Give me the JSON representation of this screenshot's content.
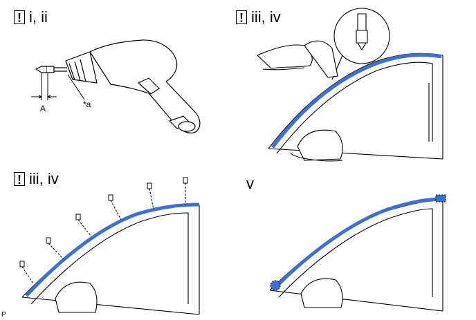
{
  "panels": {
    "top_left": {
      "warning_symbol": "!",
      "step": "i, ii",
      "callout_a": "A",
      "callout_star_a": "*a"
    },
    "top_right": {
      "warning_symbol": "!",
      "step": "iii, iv"
    },
    "bottom_left": {
      "warning_symbol": "!",
      "step": "iii, iv"
    },
    "bottom_right": {
      "step": "v"
    }
  },
  "corner_mark": "P",
  "colors": {
    "molding": "#3f6fd1",
    "line": "#000000",
    "fill_light": "#ececec"
  }
}
